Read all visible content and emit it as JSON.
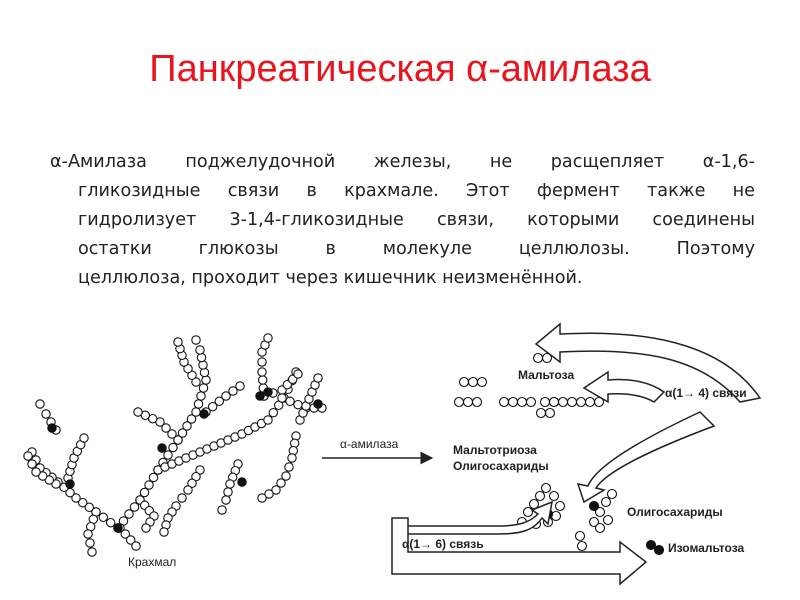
{
  "title": "Панкреатическая α-амилаза",
  "paragraph_lines": [
    "α-Амилаза поджелудочной железы, не расщепляет α-1,6-",
    "гликозидные связи в крахмале. Этот фермент также не",
    "гидролизует 3-1,4-гликозидные связи, которыми соединены",
    "остатки глюкозы в молекуле целлюлозы. Поэтому",
    "целлюлоза, проходит через кишечник неизменённой."
  ],
  "diagram": {
    "starch_label": "Крахмал",
    "enzyme_label": "α-амилаза",
    "maltose_label": "Мальтоза",
    "maltotriose_label": "Мальтотриоза",
    "oligosaccharides_label_1": "Олигосахариды",
    "bond_14_label": "α(1→ 4) связи",
    "oligosaccharides_label_2": "Олигосахариды",
    "bond_16_label": "α(1→ 6) связь",
    "isomaltose_label": "Изомальтоза"
  },
  "colors": {
    "title": "#e8141e",
    "text": "#222222",
    "line": "#222222"
  }
}
